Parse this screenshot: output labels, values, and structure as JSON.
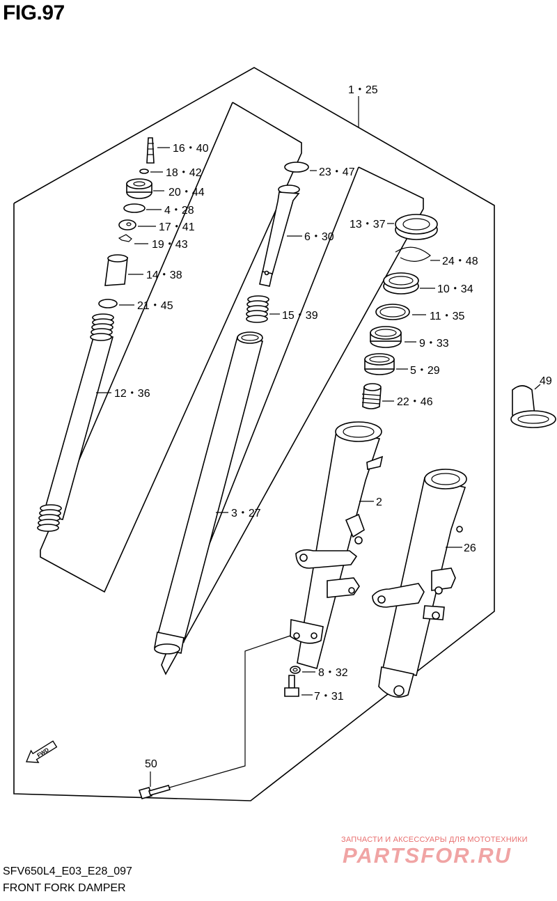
{
  "figure_title": "FIG.97",
  "footer": {
    "code": "SFV650L4_E03_E28_097",
    "name": "FRONT FORK DAMPER"
  },
  "watermark": {
    "small": "ЗАПЧАСТИ И АКСЕССУАРЫ ДЛЯ МОТОТЕХНИКИ",
    "big": "PARTSFOR.RU",
    "color": "#e34b4b"
  },
  "fwd_label": "FWD",
  "callouts": {
    "c1_25": "1・25",
    "c16_40": "16・40",
    "c18_42": "18・42",
    "c20_44": "20・44",
    "c4_28": "4・28",
    "c17_41": "17・41",
    "c19_43": "19・43",
    "c14_38": "14・38",
    "c21_45": "21・45",
    "c12_36": "12・36",
    "c23_47": "23・47",
    "c6_30": "6・30",
    "c15_39": "15・39",
    "c3_27": "3・27",
    "c13_37": "13・37",
    "c24_48": "24・48",
    "c10_34": "10・34",
    "c11_35": "11・35",
    "c9_33": "9・33",
    "c5_29": "5・29",
    "c22_46": "22・46",
    "c2": "2",
    "c26": "26",
    "c49": "49",
    "c8_32": "8・32",
    "c7_31": "7・31",
    "c50": "50"
  }
}
